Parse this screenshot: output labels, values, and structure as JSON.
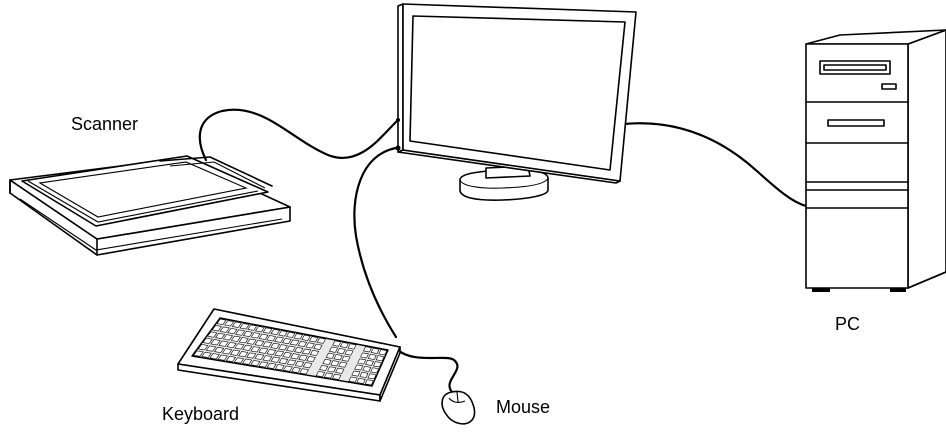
{
  "labels": {
    "scanner": "Scanner",
    "pc": "PC",
    "keyboard": "Keyboard",
    "mouse": "Mouse"
  },
  "devices": [
    "scanner",
    "monitor",
    "pc",
    "keyboard",
    "mouse"
  ],
  "connections": [
    {
      "from": "scanner",
      "to": "monitor"
    },
    {
      "from": "monitor",
      "to": "pc"
    },
    {
      "from": "keyboard",
      "to": "monitor"
    },
    {
      "from": "mouse",
      "to": "keyboard"
    }
  ],
  "colors": {
    "line": "#000000",
    "background": "#ffffff"
  }
}
